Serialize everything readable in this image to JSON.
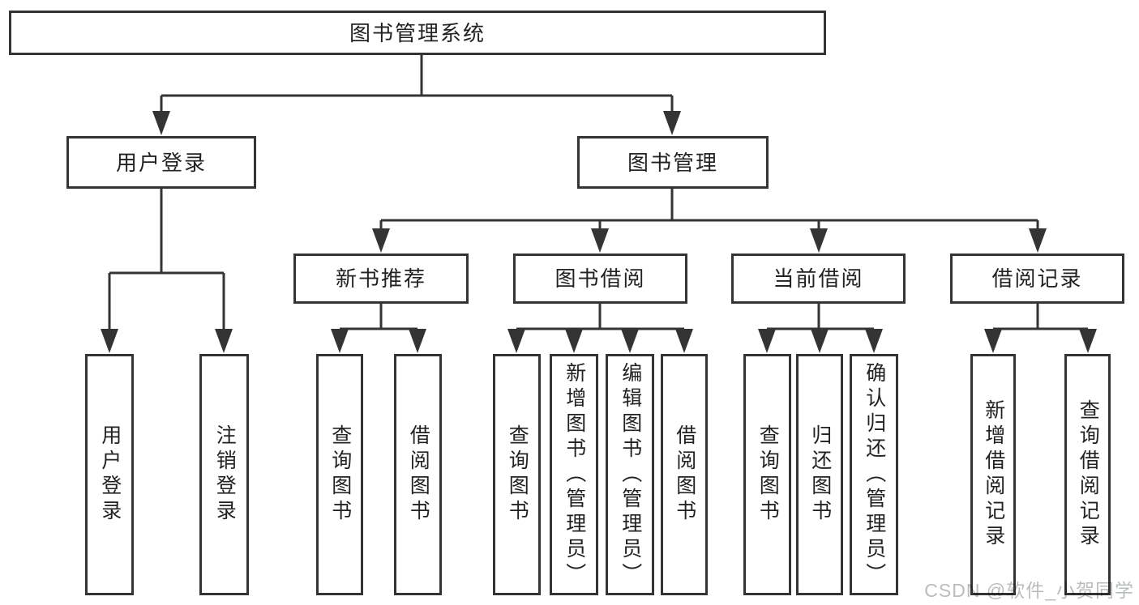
{
  "diagram": {
    "tree": {
      "root": {
        "label": "图书管理系统",
        "children": [
          {
            "label": "用户登录",
            "children": [
              {
                "label": "用户登录"
              },
              {
                "label": "注销登录"
              }
            ]
          },
          {
            "label": "图书管理",
            "children": [
              {
                "label": "新书推荐",
                "children": [
                  {
                    "label": "查询图书"
                  },
                  {
                    "label": "借阅图书"
                  }
                ]
              },
              {
                "label": "图书借阅",
                "children": [
                  {
                    "label": "查询图书"
                  },
                  {
                    "label": "新增图书（管理员）"
                  },
                  {
                    "label": "编辑图书（管理员）"
                  },
                  {
                    "label": "借阅图书"
                  }
                ]
              },
              {
                "label": "当前借阅",
                "children": [
                  {
                    "label": "查询图书"
                  },
                  {
                    "label": "归还图书"
                  },
                  {
                    "label": "确认归还（管理员）"
                  }
                ]
              },
              {
                "label": "借阅记录",
                "children": [
                  {
                    "label": "新增借阅记录"
                  },
                  {
                    "label": "查询借阅记录"
                  }
                ]
              }
            ]
          }
        ]
      }
    },
    "watermark": {
      "text": "CSDN @软件_小贺同学"
    },
    "colors": {
      "line": "#343434",
      "text": "#222222",
      "box_background": "#ffffff",
      "page_background": "#ffffff",
      "watermark": "#b9bdc0"
    }
  }
}
